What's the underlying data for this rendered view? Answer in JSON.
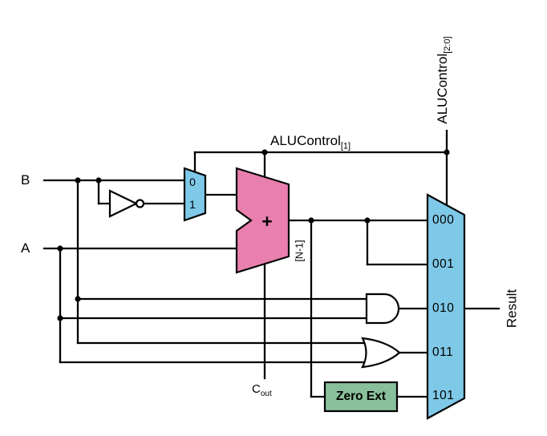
{
  "diagram": {
    "kind": "alu-circuit-diagram",
    "colors": {
      "wire": "#000000",
      "outline": "#000000",
      "mux_fill": "#7ec8e8",
      "adder_fill": "#e87fae",
      "zero_ext_fill": "#8abf9b",
      "gate_fill": "#ffffff"
    },
    "labels": {
      "input_b": "B",
      "input_a": "A",
      "inv_mux_0": "0",
      "inv_mux_1": "1",
      "adder_plus": "+",
      "alucontrol1": {
        "text": "ALUControl",
        "sub": "[1]"
      },
      "alucontrol20": {
        "text": "ALUControl",
        "sub": "[2:0]"
      },
      "cout": {
        "text": "C",
        "sub": "out"
      },
      "n_minus_1": "[N-1]",
      "zero_ext": "Zero Ext",
      "result": "Result",
      "mux_options": [
        "000",
        "001",
        "010",
        "011",
        "101"
      ]
    }
  }
}
